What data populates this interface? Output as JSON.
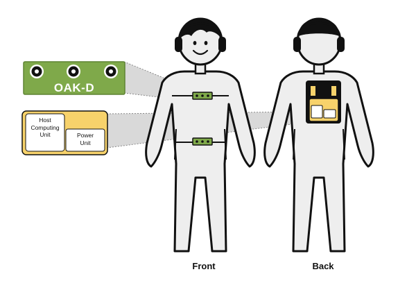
{
  "oak_d": {
    "title": "OAK-D"
  },
  "compute_box": {
    "host_label": "Host\nComputing\nUnit",
    "power_label": "Power\nUnit"
  },
  "views": {
    "front": "Front",
    "back": "Back"
  },
  "colors": {
    "oak_green": "#7fa94a",
    "oak_green_dark": "#5e8433",
    "unit_yellow": "#f7d26b",
    "unit_yellow_bg": "#fbe6a6",
    "beam_gray": "#d9d9d9",
    "figure_fill": "#eeeeee",
    "outline": "#111111"
  }
}
